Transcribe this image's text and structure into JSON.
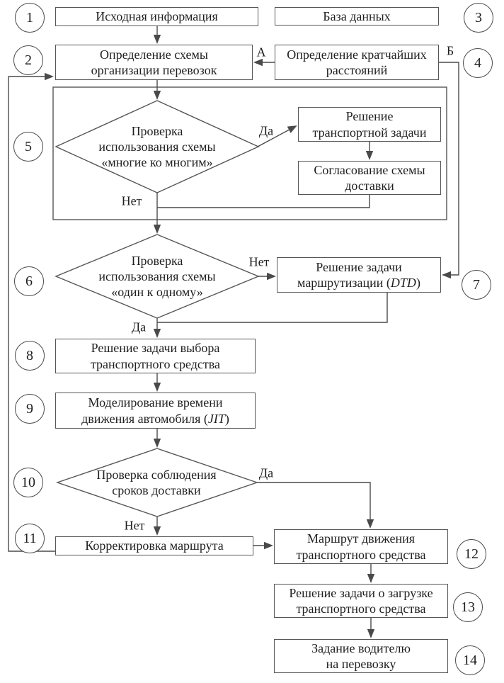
{
  "flowchart": {
    "circles": [
      "1",
      "2",
      "3",
      "4",
      "5",
      "6",
      "7",
      "8",
      "9",
      "10",
      "11",
      "12",
      "13",
      "14"
    ],
    "boxes": {
      "source_info": "Исходная информация",
      "database": "База данных",
      "transport_scheme": "Определение схемы\nорганизации перевозок",
      "shortest_distances": "Определение кратчайших\nрасстояний",
      "transport_problem": "Решение\nтранспортной задачи",
      "scheme_agreement": "Согласование схемы\nдоставки",
      "routing_pre": "Решение задачи\nмаршрутизации (",
      "routing_abbr": "DTD",
      "routing_post": ")",
      "vehicle_selection": "Решение задачи выбора\nтранспортного средства",
      "time_modeling_pre": "Моделирование времени\nдвижения автомобиля (",
      "time_modeling_abbr": "JIT",
      "time_modeling_post": ")",
      "route_correction": "Корректировка маршрута",
      "vehicle_route": "Маршрут движения\nтранспортного средства",
      "loading_problem": "Решение задачи о загрузке\nтранспортного средства",
      "driver_assignment": "Задание водителю\nна перевозку"
    },
    "decisions": {
      "many_to_many": "Проверка\nиспользования схемы\n«многие ко многим»",
      "one_to_one": "Проверка\nиспользования схемы\n«один к одному»",
      "delivery_terms": "Проверка соблюдения\nсроков доставки"
    },
    "labels": {
      "yes": "Да",
      "no": "Нет",
      "connector_a": "А",
      "connector_b": "Б"
    },
    "colors": {
      "line": "#4a4a4a",
      "text": "#1f1f1f",
      "background": "#ffffff"
    }
  }
}
